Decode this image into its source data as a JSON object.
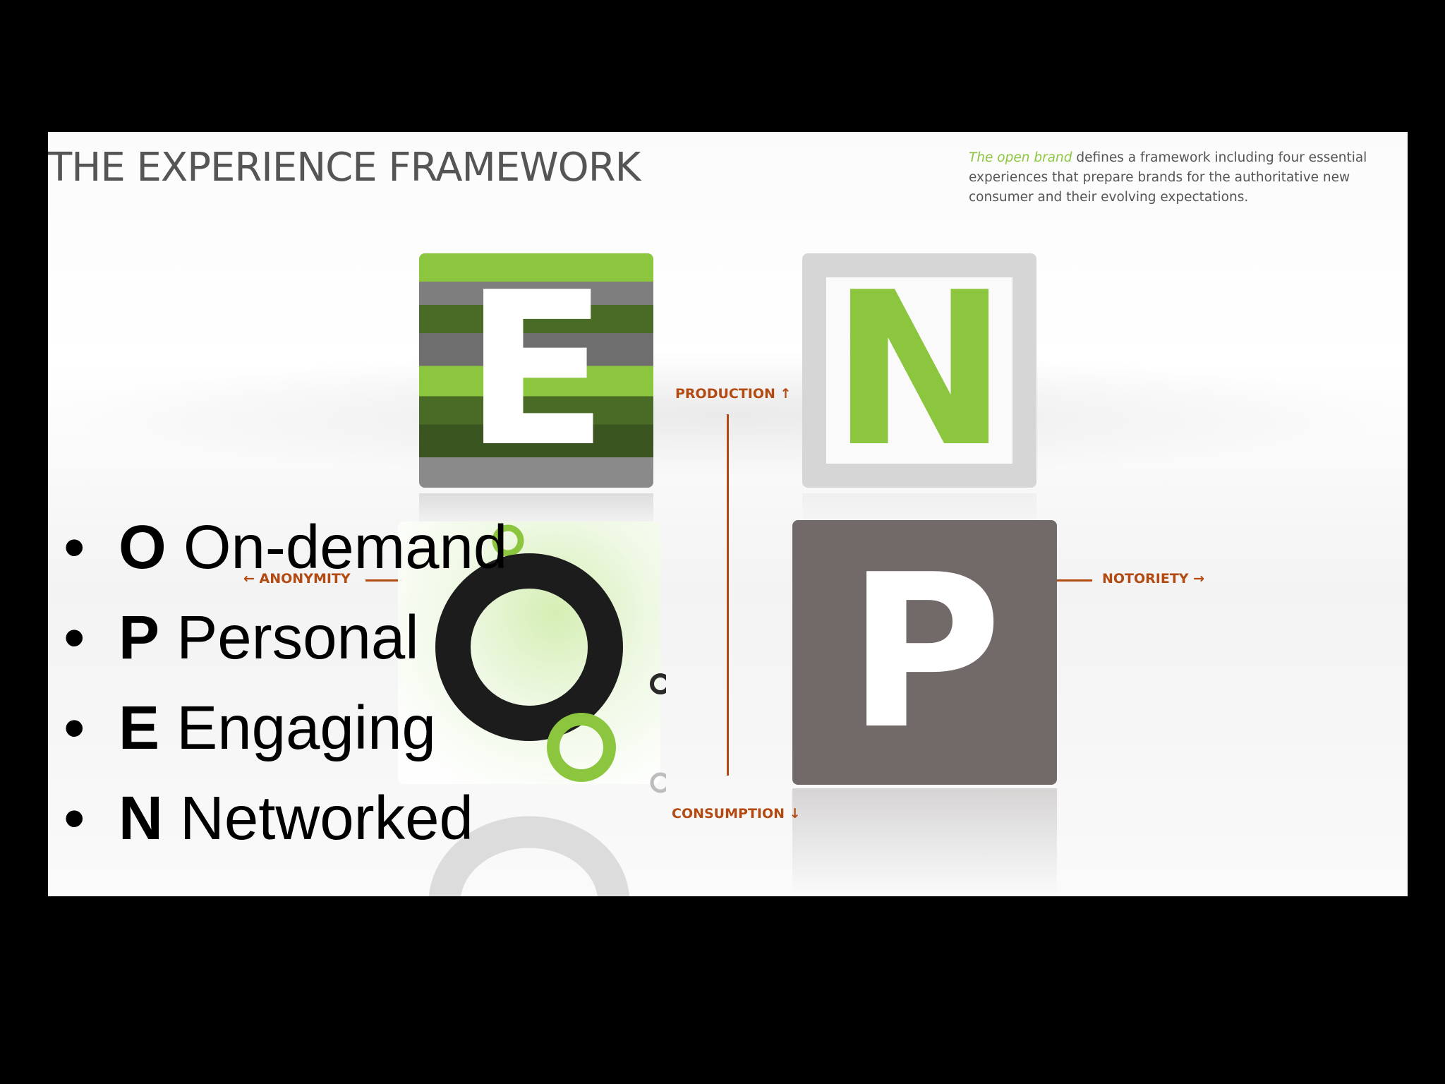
{
  "slide": {
    "title": "THE EXPERIENCE FRAMEWORK",
    "intro": {
      "highlight": "The open brand",
      "text": " defines a framework including four essential experiences that prepare brands for the authoritative new consumer and their evolving expectations."
    },
    "tiles": {
      "e_letter": "E",
      "n_letter": "N",
      "p_letter": "P",
      "o_letter": "O"
    },
    "axes": {
      "top": "PRODUCTION ↑",
      "bottom": "CONSUMPTION ↓",
      "left": "← ANONYMITY",
      "right": "NOTORIETY →"
    },
    "bullets": [
      {
        "letter": "O",
        "word": "On-demand"
      },
      {
        "letter": "P",
        "word": "Personal"
      },
      {
        "letter": "E",
        "word": "Engaging"
      },
      {
        "letter": "N",
        "word": "Networked"
      }
    ],
    "bullet_symbol": "•"
  },
  "colors": {
    "background": "#000000",
    "accent_green": "#8cc63f",
    "dark_green": "#4a6b25",
    "axis_brown": "#b24a12",
    "tile_gray": "#716a68",
    "title_gray": "#555555"
  }
}
